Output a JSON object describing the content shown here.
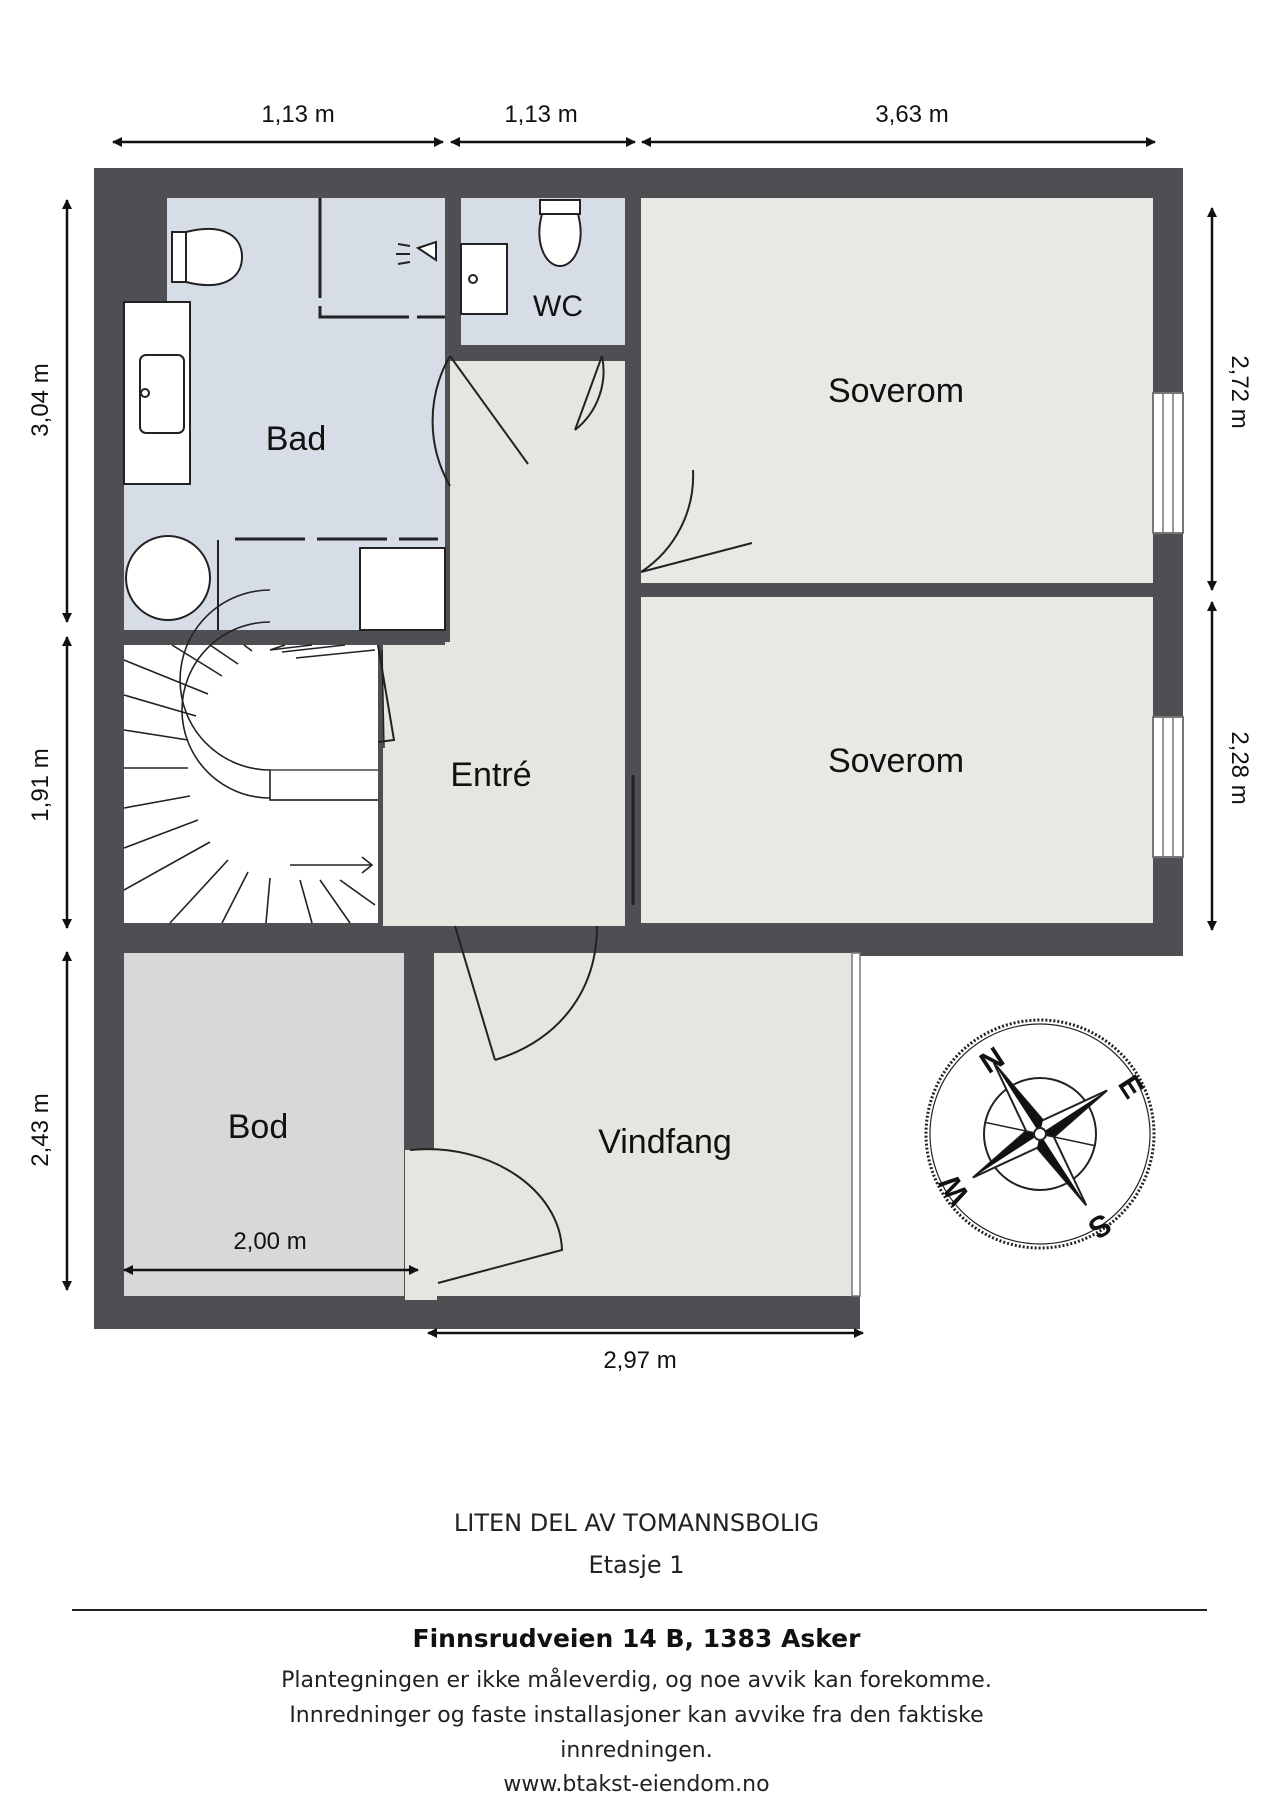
{
  "dimensions": {
    "top_1": "1,13 m",
    "top_2": "1,13 m",
    "top_3": "3,63 m",
    "left_1": "3,04 m",
    "left_2": "1,91 m",
    "left_3": "2,43 m",
    "right_1": "2,72 m",
    "right_2": "2,28 m",
    "bod_width": "2,00 m",
    "bottom": "2,97 m"
  },
  "rooms": {
    "bad": "Bad",
    "wc": "WC",
    "soverom_1": "Soverom",
    "soverom_2": "Soverom",
    "entre": "Entré",
    "bod": "Bod",
    "vindfang": "Vindfang"
  },
  "compass": {
    "n": "N",
    "e": "E",
    "s": "S",
    "w": "W"
  },
  "footer": {
    "title": "LITEN DEL AV TOMANNSBOLIG",
    "subtitle": "Etasje 1",
    "address": "Finnsrudveien 14 B, 1383 Asker",
    "note_1": "Plantegningen er ikke måleverdig, og noe avvik kan forekomme.",
    "note_2": "Innredninger og faste installasjoner kan avvike fra den faktiske",
    "note_3": "innredningen.",
    "url": "www.btakst-eiendom.no"
  },
  "colors": {
    "wall": "#4f4f53",
    "wet_room": "#d7dde6",
    "dry_room": "#e7e9e4",
    "bod_floor": "#d8d8d8",
    "entry_floor": "#e4e6e0"
  }
}
